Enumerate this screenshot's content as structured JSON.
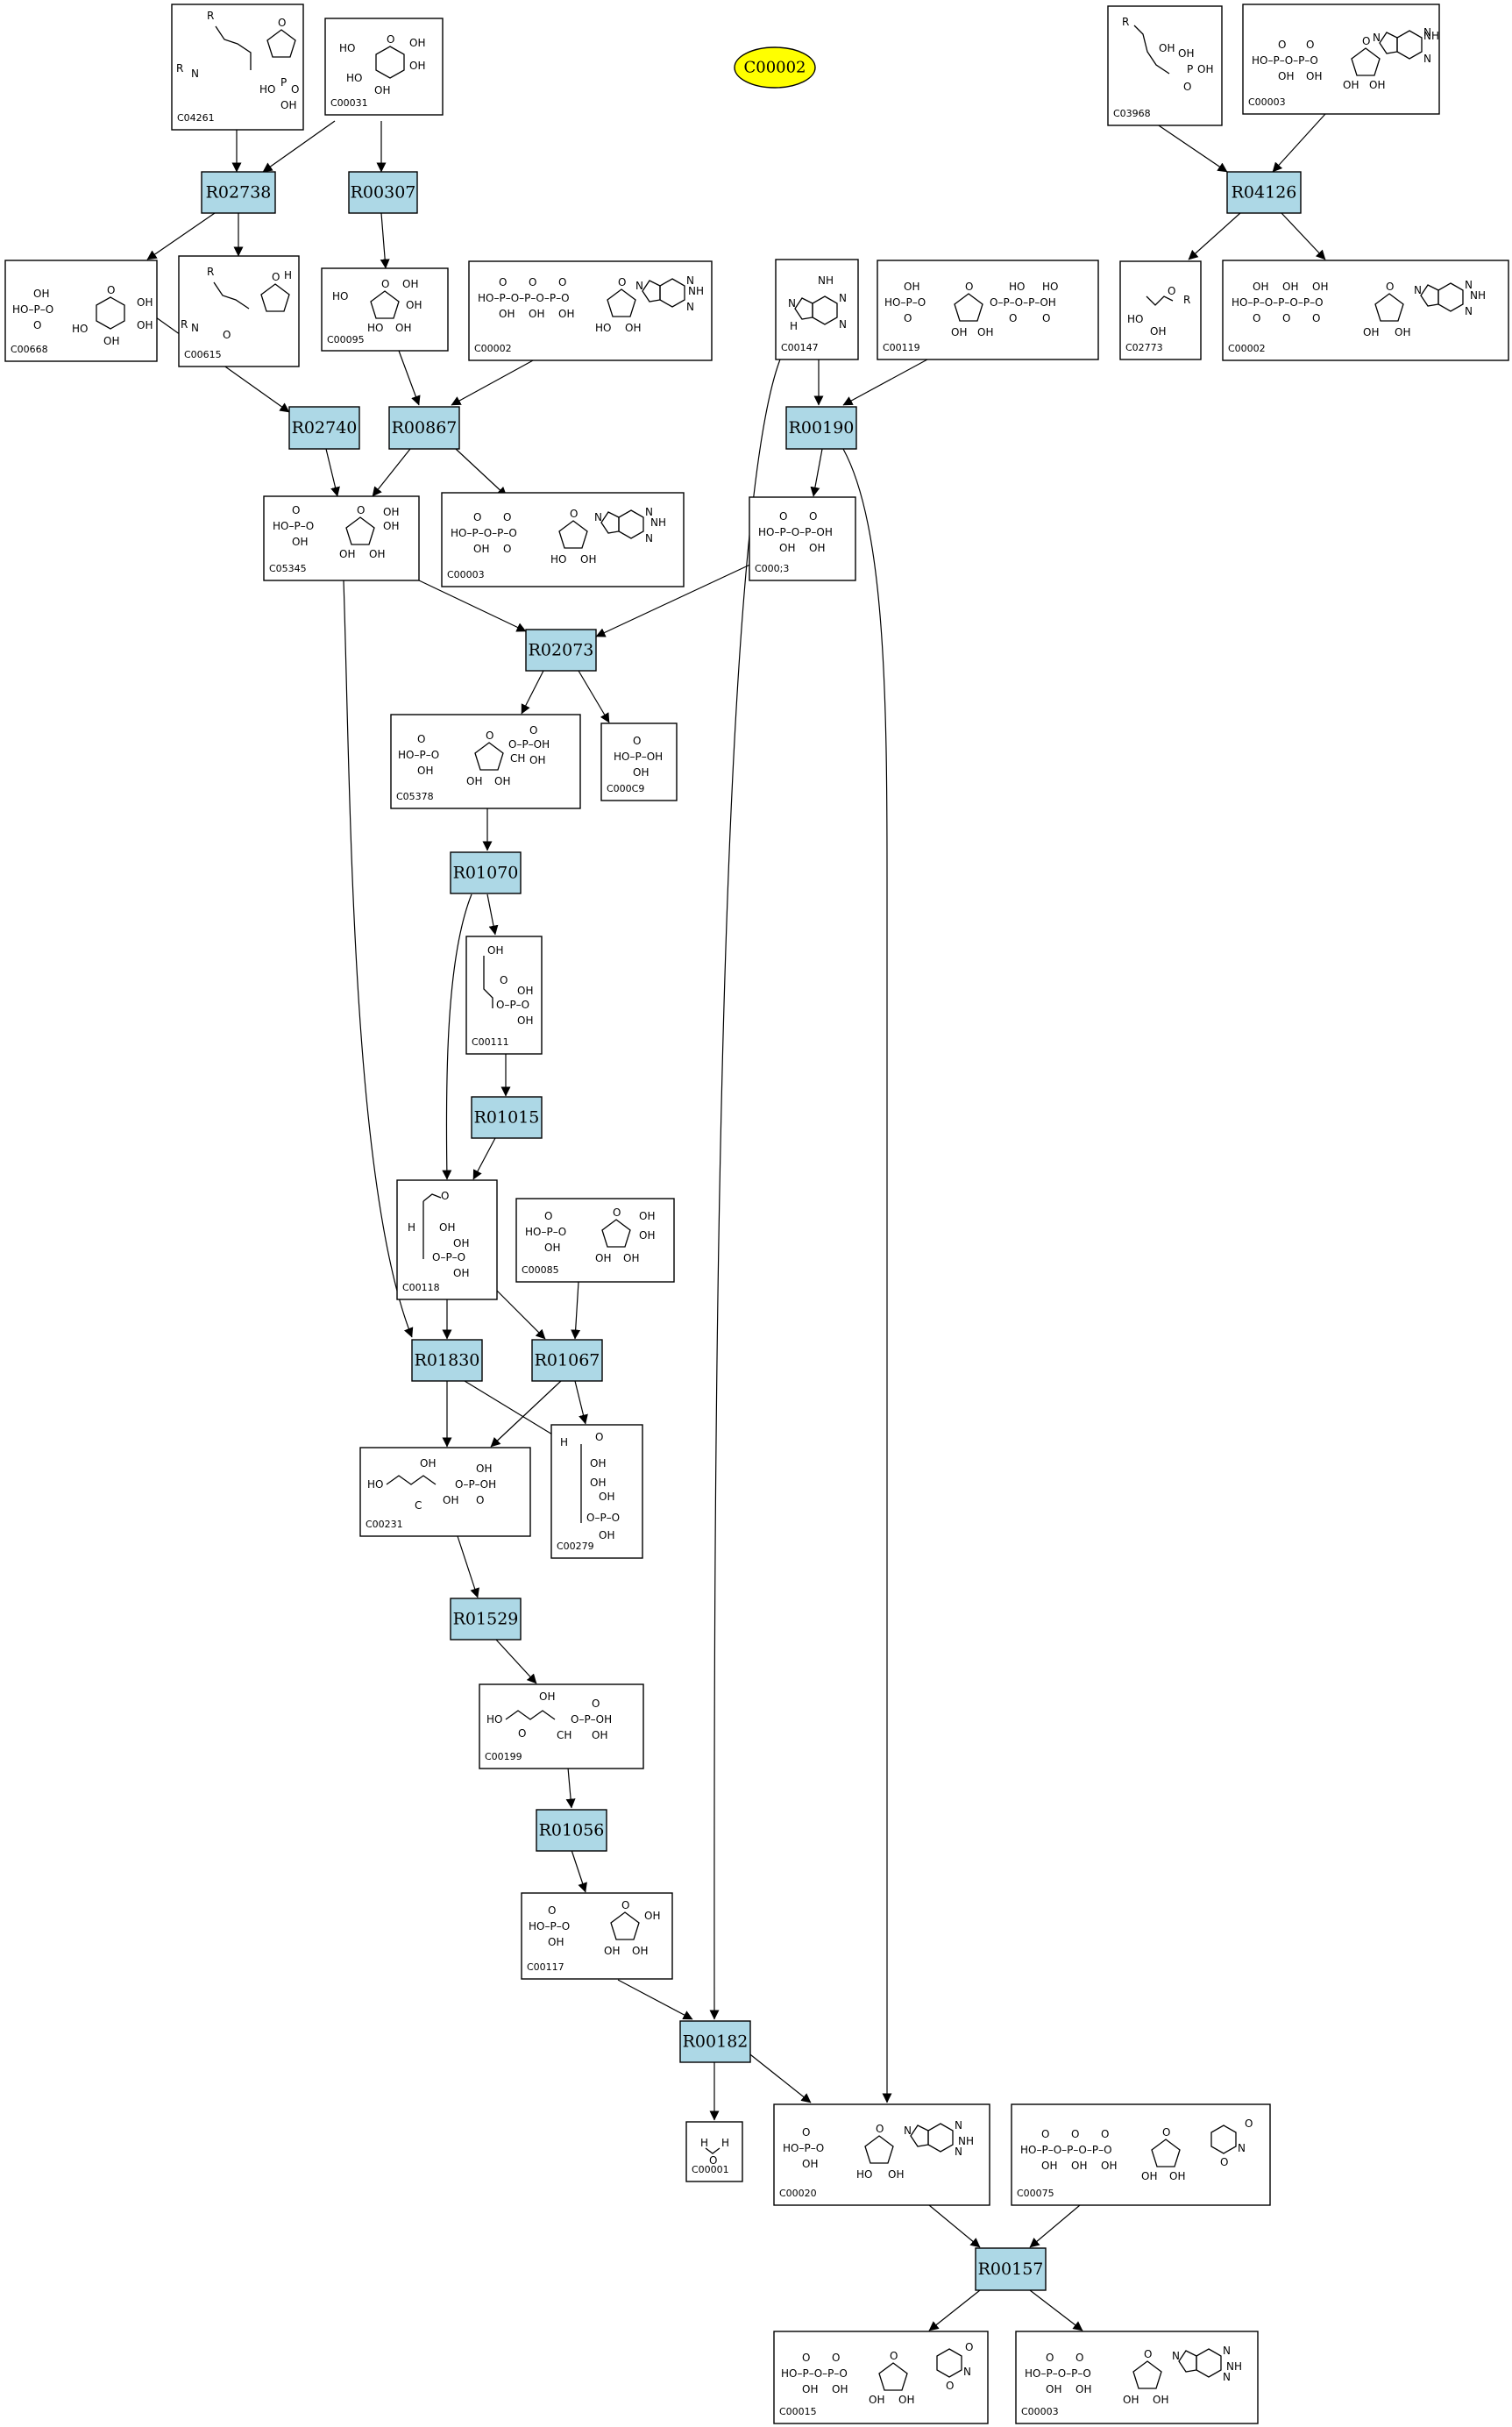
{
  "highlight": {
    "label": "C00002"
  },
  "reactions": [
    {
      "key": "R02738",
      "label": "R02738"
    },
    {
      "key": "R00307",
      "label": "R00307"
    },
    {
      "key": "R04126",
      "label": "R04126"
    },
    {
      "key": "R02740",
      "label": "R02740"
    },
    {
      "key": "R00867",
      "label": "R00867"
    },
    {
      "key": "R00190",
      "label": "R00190"
    },
    {
      "key": "R02073",
      "label": "R02073"
    },
    {
      "key": "R01070",
      "label": "R01070"
    },
    {
      "key": "R01015",
      "label": "R01015"
    },
    {
      "key": "R01830",
      "label": "R01830"
    },
    {
      "key": "R01067",
      "label": "R01067"
    },
    {
      "key": "R01529",
      "label": "R01529"
    },
    {
      "key": "R01056",
      "label": "R01056"
    },
    {
      "key": "R00182",
      "label": "R00182"
    },
    {
      "key": "R00157",
      "label": "R00157"
    }
  ],
  "compounds": [
    {
      "key": "c04261",
      "id": "C04261",
      "structure": "amide-imidazole-phosphate"
    },
    {
      "key": "c00031",
      "id": "C00031",
      "structure": "pyranose-sugar"
    },
    {
      "key": "c03968",
      "id": "C03968",
      "structure": "glycerol-phosphate-ester"
    },
    {
      "key": "c00003_top",
      "id": "C00003",
      "structure": "dinucleotide-adenine"
    },
    {
      "key": "c00668",
      "id": "C00668",
      "structure": "pyranose-phosphate"
    },
    {
      "key": "c00615",
      "id": "C00615",
      "structure": "amide-imidazole"
    },
    {
      "key": "c00095",
      "id": "C00095",
      "structure": "furanose-sugar"
    },
    {
      "key": "c00002_mid",
      "id": "C00002",
      "structure": "triphosphate-adenosine"
    },
    {
      "key": "c00147",
      "id": "C00147",
      "structure": "adenine"
    },
    {
      "key": "c00119",
      "id": "C00119",
      "structure": "ribose-phosphate-diphosphate"
    },
    {
      "key": "c02773",
      "id": "C02773",
      "structure": "glycerol-ester"
    },
    {
      "key": "c00002_right",
      "id": "C00002",
      "structure": "triphosphate-adenosine"
    },
    {
      "key": "c05345",
      "id": "C05345",
      "structure": "furanose-phosphate"
    },
    {
      "key": "c00003_mid",
      "id": "C00003",
      "structure": "dinucleotide-adenine"
    },
    {
      "key": "c00013",
      "id": "C000;3",
      "structure": "diphosphate"
    },
    {
      "key": "c05378",
      "id": "C05378",
      "structure": "furanose-bisphosphate"
    },
    {
      "key": "c00009",
      "id": "C000C9",
      "structure": "phosphate"
    },
    {
      "key": "c00111",
      "id": "C00111",
      "structure": "ketone-phosphate"
    },
    {
      "key": "c00118",
      "id": "C00118",
      "structure": "aldehyde-phosphate"
    },
    {
      "key": "c00085",
      "id": "C00085",
      "structure": "furanose-phosphate"
    },
    {
      "key": "c00231",
      "id": "C00231",
      "structure": "pentulose-phosphate"
    },
    {
      "key": "c00279",
      "id": "C00279",
      "structure": "tetrose-phosphate"
    },
    {
      "key": "c00199",
      "id": "C00199",
      "structure": "pentulose-phosphate"
    },
    {
      "key": "c00117",
      "id": "C00117",
      "structure": "ribose-phosphate"
    },
    {
      "key": "c00001",
      "id": "C00001",
      "structure": "water"
    },
    {
      "key": "c00020",
      "id": "C00020",
      "structure": "adenosine-monophosphate"
    },
    {
      "key": "c00075",
      "id": "C00075",
      "structure": "uridine-triphosphate"
    },
    {
      "key": "c00015",
      "id": "C00015",
      "structure": "uridine-diphosphate"
    },
    {
      "key": "c00008",
      "id": "C00003",
      "structure": "adenosine-diphosphate"
    }
  ],
  "chem_text": {
    "ho": "HO",
    "oh": "OH",
    "p": "P",
    "o": "O",
    "n": "N",
    "r": "R",
    "h": "H",
    "nh2": "NH",
    "ch": "CH",
    "c": "C",
    "ho_p": "HO–P",
    "oh_oh": "OH  OH",
    "h2o_h": "H",
    "h2o_o": "O"
  }
}
